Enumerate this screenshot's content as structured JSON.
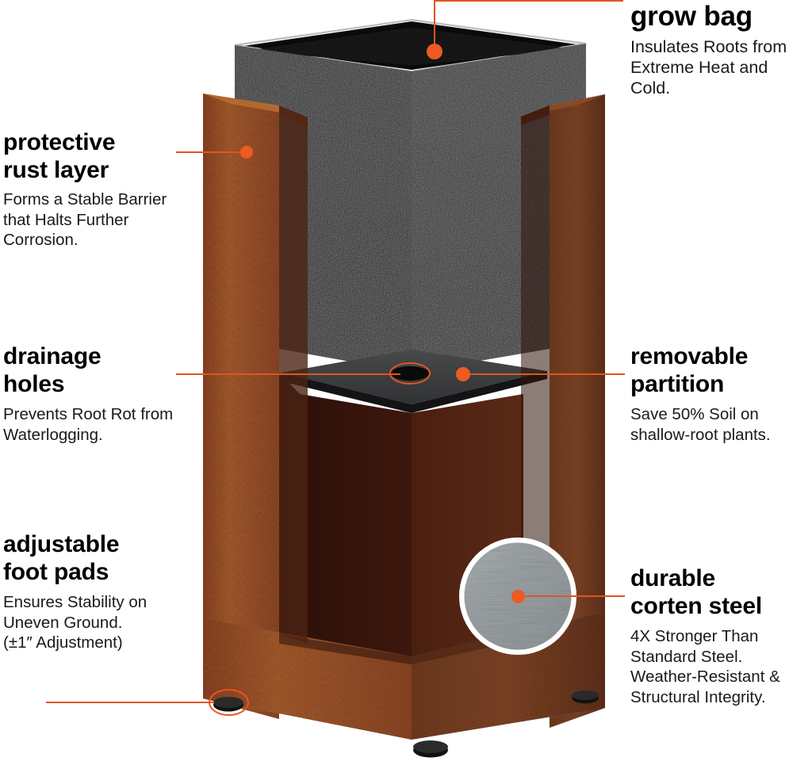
{
  "page": {
    "kind": "product-infographic",
    "subject": "corten steel planter cutaway",
    "background_color": "#ffffff",
    "accent_color": "#E8551F",
    "rust_color": "#A0522D",
    "rust_dark_color": "#6B3520",
    "rust_deep_color": "#4A2316",
    "black_color": "#151515",
    "partition_color": "#3A3C3E",
    "steel_swatch_color": "#9AA0A3"
  },
  "callouts": {
    "grow_bag": {
      "title": "grow bag",
      "body": "Insulates Roots from Extreme  Heat  and Cold."
    },
    "rust_layer": {
      "title_line1": "protective",
      "title_line2": "rust layer",
      "body": "Forms  a  Stable Barrier  that Halts Further Corrosion."
    },
    "drainage_holes": {
      "title_line1": "drainage",
      "title_line2": "holes",
      "body": "Prevents Root Rot from Waterlogging."
    },
    "foot_pads": {
      "title_line1": "adjustable",
      "title_line2": "foot pads",
      "body_line1": "Ensures Stability on",
      "body_line2": "Uneven Ground.",
      "body_line3": "(±1″ Adjustment)"
    },
    "removable_partition": {
      "title_line1": "removable",
      "title_line2": "partition",
      "body_line1": "Save 50% Soil on",
      "body_line2": "shallow-root plants."
    },
    "corten_steel": {
      "title_line1": "durable",
      "title_line2": "corten steel",
      "body_line1": "4X Stronger Than",
      "body_line2": "Standard Steel.",
      "body_line3": "Weather-Resistant &",
      "body_line4": "Structural Integrity."
    }
  },
  "markers": {
    "grow_bag_dot": "marker-dot",
    "rust_layer_dot": "marker-dot",
    "drainage_hole_ring": "marker-ring",
    "partition_dot": "marker-dot",
    "foot_pad_ring": "marker-ring",
    "steel_swatch_dot": "marker-dot"
  },
  "product_parts": {
    "grow_bag": "black fabric grow bag insert",
    "corten_panel_left": "corten steel front-left panel",
    "corten_panel_right": "corten steel front-right panel",
    "partition": "removable steel partition plate",
    "drainage_hole": "drainage hole",
    "foot_pad_front": "adjustable foot pad",
    "foot_pad_left": "adjustable foot pad",
    "foot_pad_right": "adjustable foot pad",
    "steel_swatch": "brushed corten steel material swatch"
  }
}
